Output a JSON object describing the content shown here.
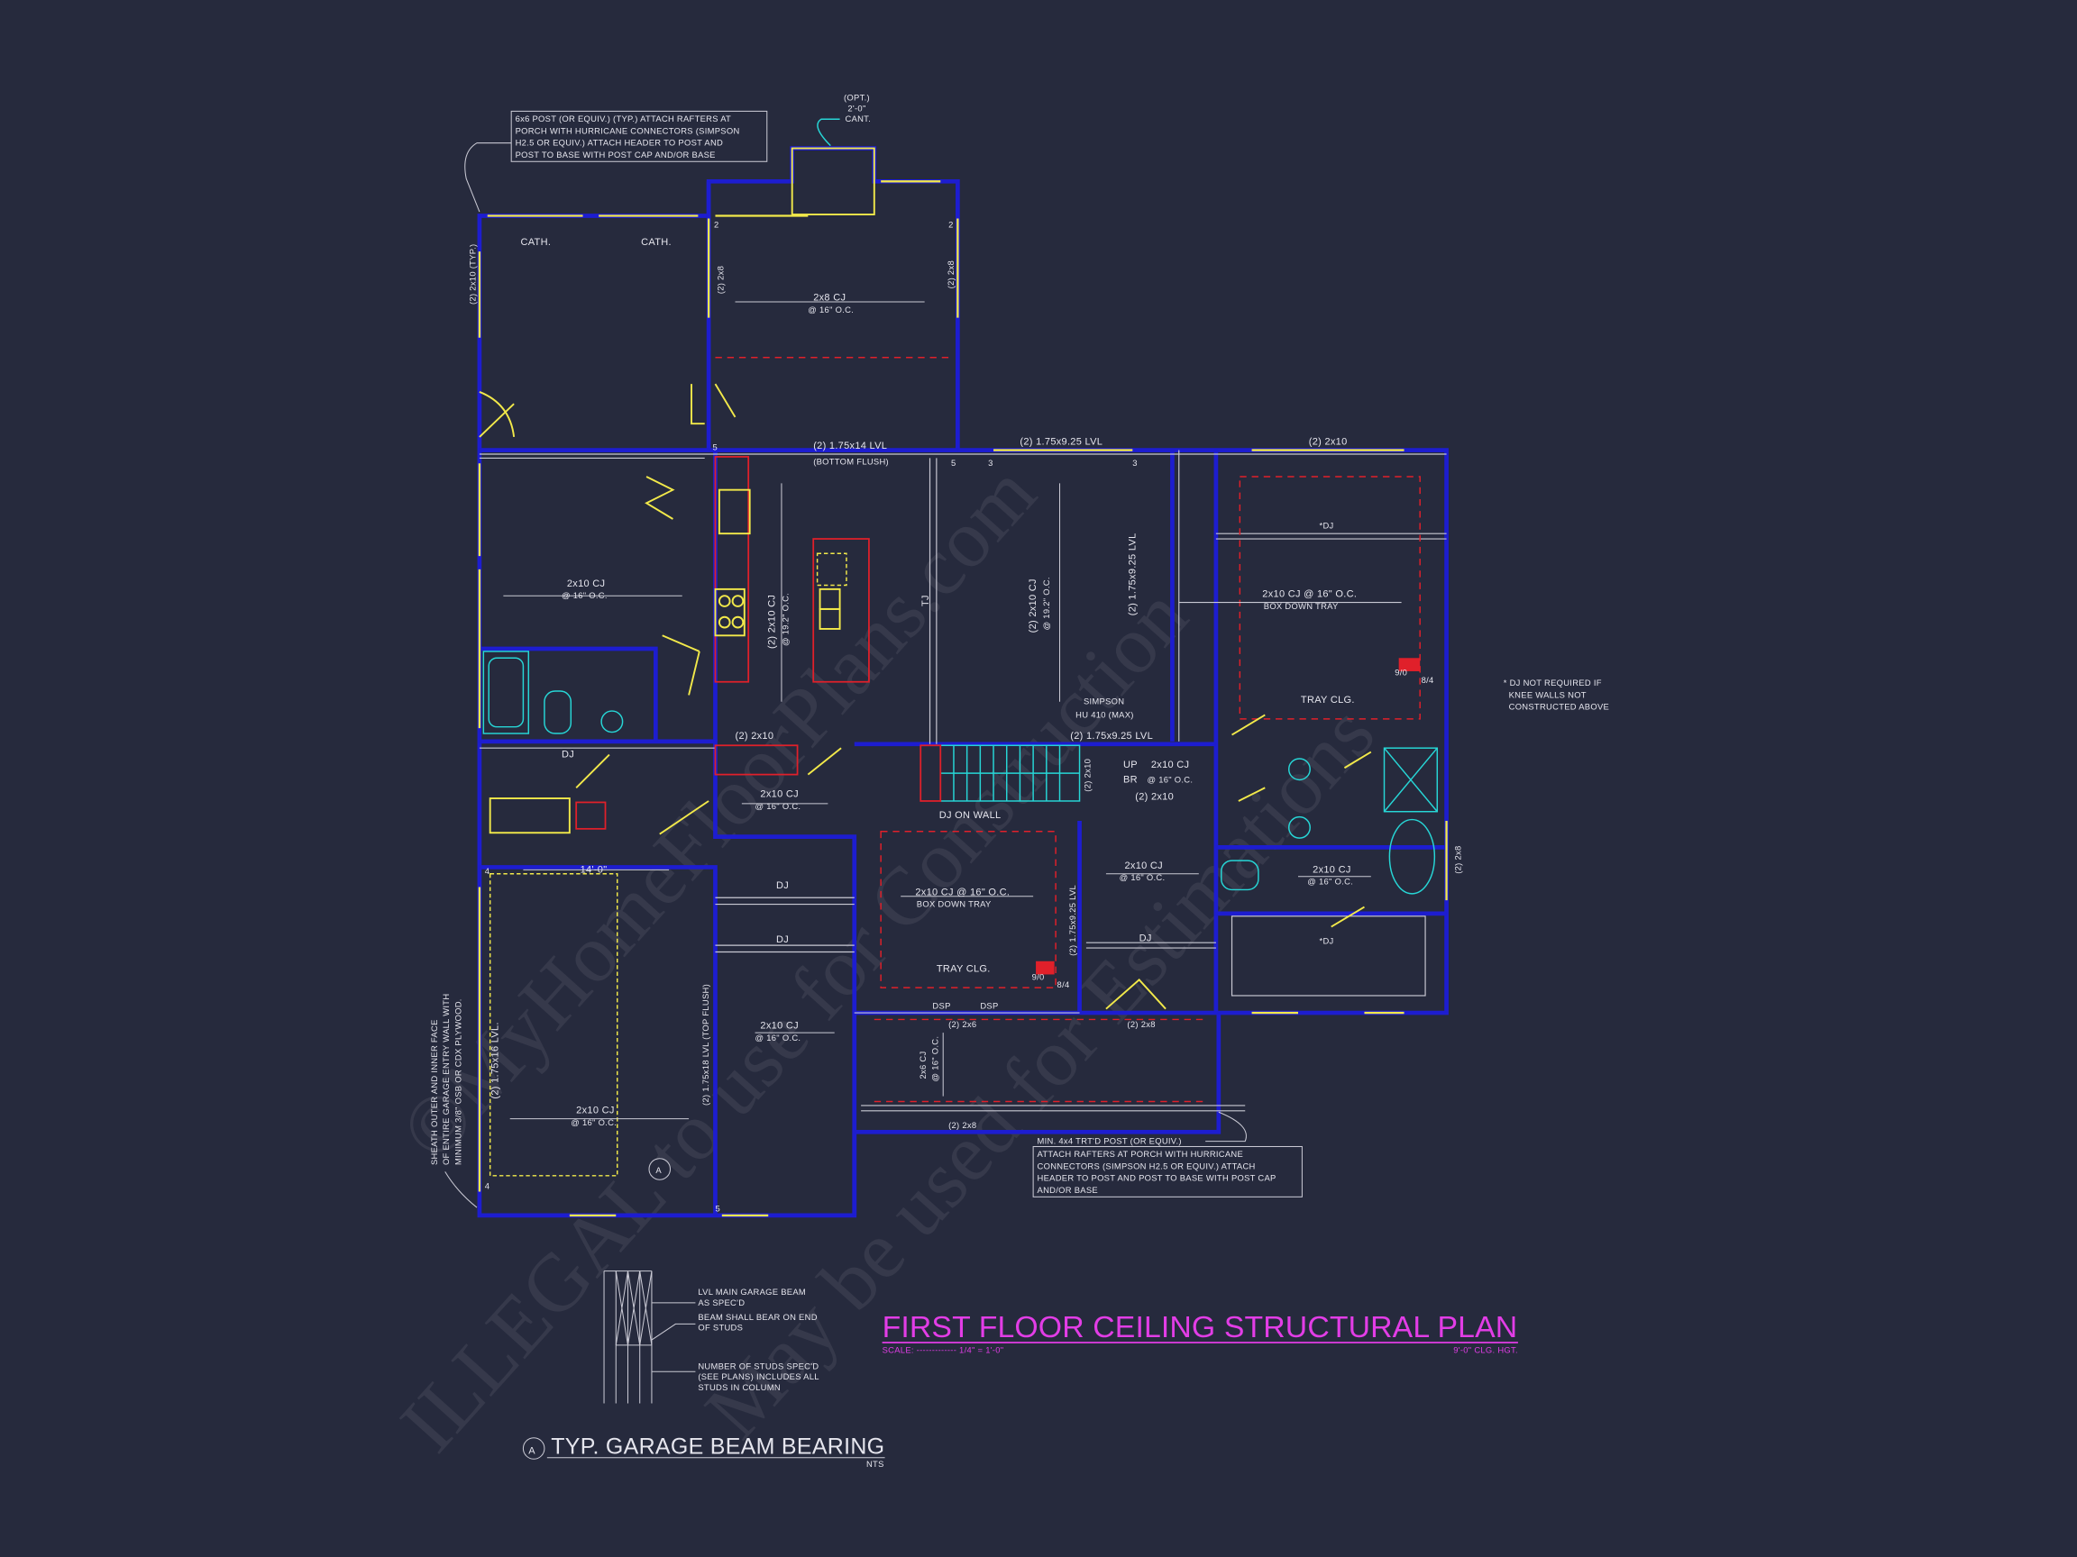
{
  "title": {
    "main": "FIRST FLOOR CEILING STRUCTURAL PLAN",
    "scale": "SCALE: ------------- 1/4\" = 1'-0\"",
    "ceiling_height": "9'-0\" CLG. HGT."
  },
  "notes": {
    "porch_post": [
      "6x6  POST (OR EQUIV.) (TYP.) ATTACH RAFTERS AT",
      "PORCH WITH HURRICANE CONNECTORS (SIMPSON",
      "H2.5 OR EQUIV.) ATTACH HEADER TO POST AND",
      "POST TO BASE WITH POST CAP AND/OR BASE"
    ],
    "cant": [
      "(OPT.)",
      "2'-0\"",
      "CANT."
    ],
    "rear_post_title": "MIN. 4x4 TRT'D POST (OR EQUIV.)",
    "rear_post": [
      "ATTACH RAFTERS AT PORCH WITH HURRICANE",
      "CONNECTORS (SIMPSON H2.5 OR EQUIV.) ATTACH",
      "HEADER TO POST AND POST TO BASE WITH POST CAP",
      "AND/OR BASE"
    ],
    "dj_note": [
      "* DJ NOT REQUIRED IF",
      "KNEE WALLS NOT",
      "CONSTRUCTED ABOVE"
    ],
    "sheath": [
      "SHEATH OUTER AND INNER FACE",
      "OF ENTIRE GARAGE ENTRY WALL WITH",
      "MINIMUM 3/8\" OSB OR CDX PLYWOOD."
    ],
    "simpson": [
      "SIMPSON",
      "HU 410 (MAX)"
    ]
  },
  "labels": {
    "cath": "CATH.",
    "typ_2x10": "(2) 2x10 (TYP.)",
    "x2_2x8": "(2) 2x8",
    "cj_2x8": "2x8 CJ",
    "oc16": "@ 16\" O.C.",
    "lvl_175x14": "(2) 1.75x14 LVL",
    "bottom_flush": "(BOTTOM FLUSH)",
    "lvl_175x925": "(2) 1.75x9.25 LVL",
    "x2_2x10": "(2) 2x10",
    "cj_2x10": "2x10 CJ",
    "cj_2x10_192": "(2) 2x10 CJ",
    "oc192": "@ 19.2\" O.C.",
    "tj": "TJ",
    "dj_star": "*DJ",
    "cj_tray": "2x10 CJ @ 16\" O.C.",
    "box_down_tray": "BOX DOWN TRAY",
    "tray_clg": "TRAY CLG.",
    "h90": "9/0",
    "h84": "8/4",
    "dj": "DJ",
    "dj_on_wall": "DJ ON WALL",
    "up": "UP",
    "br": "BR",
    "dim14": "14'-0\"",
    "lvl_175x16": "(2) 1.75x16 LVL.",
    "lvl_175x18": "(2) 1.75x18 LVL (TOP FLUSH)",
    "dsp": "DSP",
    "x2_2x6": "(2) 2x6",
    "cj_2x6": "2x6 CJ",
    "section_a": "A"
  },
  "bearing_studs": [
    "2",
    "3",
    "4",
    "5"
  ],
  "detail": {
    "title": "TYP. GARAGE BEAM BEARING",
    "marker": "A",
    "nts": "NTS",
    "callout1": [
      "LVL MAIN GARAGE BEAM",
      "AS SPEC'D"
    ],
    "callout2": [
      "BEAM SHALL BEAR ON END",
      "OF STUDS"
    ],
    "callout3": [
      "NUMBER OF STUDS SPEC'D",
      "(SEE PLANS) INCLUDES ALL",
      "STUDS IN COLUMN"
    ]
  },
  "watermark": [
    "©MyHomeFloorPlans.com",
    "ILLEGAL to use for Construction",
    "May be used for Estimations"
  ],
  "colors": {
    "background": "#262a3d",
    "walls": "#1d1dd0",
    "headers": "#f2e94a",
    "title": "#e23de6",
    "framing": "#e0202a",
    "stairs": "#27d6d6"
  }
}
